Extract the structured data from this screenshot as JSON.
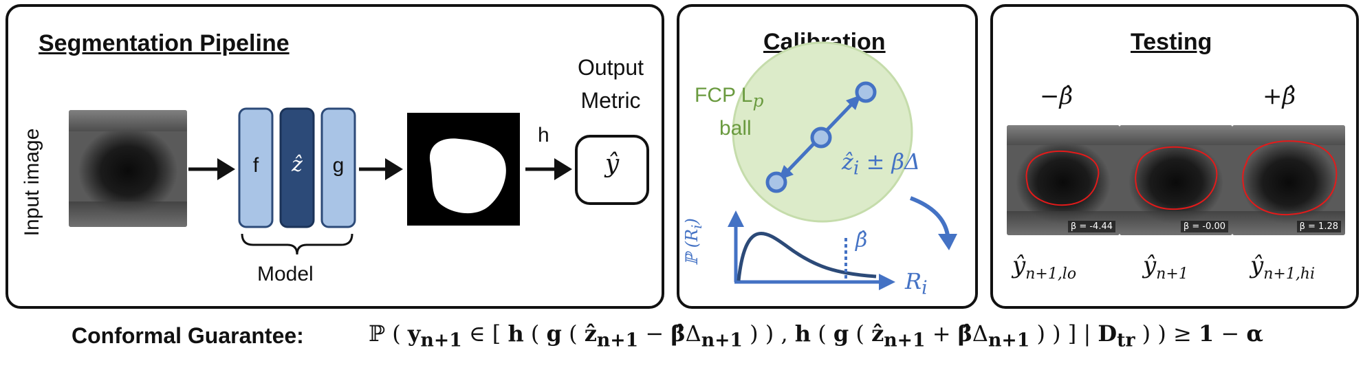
{
  "panels": {
    "pipeline": {
      "title": "Segmentation Pipeline",
      "input_label": "Input image",
      "model_blocks": [
        "f",
        "ẑ",
        "g"
      ],
      "model_label": "Model",
      "h_label": "h",
      "output_label_line1": "Output",
      "output_label_line2": "Metric",
      "output_symbol": "ŷ"
    },
    "calibration": {
      "title": "Calibration",
      "ball_label_line1": "FCP L",
      "ball_label_sub": "p",
      "ball_label_line2": "ball",
      "z_label_main": "ẑ",
      "z_label_sub": "i",
      "z_label_rest": " ± βΔ",
      "y_axis_label": "ℙ (R",
      "y_axis_sub": "i",
      "y_axis_end": ")",
      "x_axis_label": "R",
      "x_axis_sub": "i",
      "beta_hat": "β̂"
    },
    "testing": {
      "title": "Testing",
      "minus_label": "−β̂",
      "plus_label": "+β̂",
      "images": [
        {
          "beta_text": "β = -4.44",
          "caption_main": "ŷ",
          "caption_sub": "n+1,lo"
        },
        {
          "beta_text": "β = -0.00",
          "caption_main": "ŷ",
          "caption_sub": "n+1"
        },
        {
          "beta_text": "β = 1.28",
          "caption_main": "ŷ",
          "caption_sub": "n+1,hi"
        }
      ]
    }
  },
  "guarantee": {
    "label": "Conformal Guarantee:",
    "formula_html": "ℙ ( <b>y</b><sub><b>n+1</b></sub> ∈ [ <b>h</b> ( <b>g</b> ( <b>ẑ</b><sub><b>n+1</b></sub> − <b>β̂</b>Δ<sub><b>n+1</b></sub> ) ) , <b>h</b> ( <b>g</b> ( <b>ẑ</b><sub><b>n+1</b></sub> + <b>β̂</b>Δ<sub><b>n+1</b></sub> ) ) ] | <b>D</b><sub><b>tr</b></sub> ) ) ≥ <b>1</b> − <b>α</b>"
  },
  "colors": {
    "light_blue": "#a9c4e6",
    "dark_blue": "#2c4a78",
    "accent_blue": "#4472c4",
    "ball_green": "#dcebc9",
    "ball_text": "#6a9a3f",
    "contour_red": "#e41a1a"
  }
}
